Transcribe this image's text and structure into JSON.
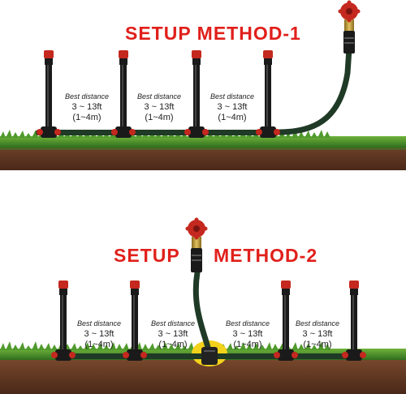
{
  "method1": {
    "title": "SETUP METHOD-1",
    "labels": [
      {
        "line1": "Best distance",
        "line2": "3 ~ 13ft",
        "line3": "(1~4m)"
      },
      {
        "line1": "Best distance",
        "line2": "3 ~ 13ft",
        "line3": "(1~4m)"
      },
      {
        "line1": "Best distance",
        "line2": "3 ~ 13ft",
        "line3": "(1~4m)"
      }
    ]
  },
  "method2": {
    "title_part1": "SETUP",
    "title_part2": "METHOD-2",
    "labels": [
      {
        "line1": "Best distance",
        "line2": "3 ~ 13ft",
        "line3": "(1~4m)"
      },
      {
        "line1": "Best distance",
        "line2": "3 ~ 13ft",
        "line3": "(1~4m)"
      },
      {
        "line1": "Best distance",
        "line2": "3 ~ 13ft",
        "line3": "(1~4m)"
      },
      {
        "line1": "Best distance",
        "line2": "3 ~ 13ft",
        "line3": "(1~4m)"
      }
    ]
  },
  "colors": {
    "title": "#e0201b",
    "hose": "#1f3a26",
    "sprinkler_head": "#c4281e",
    "grass": "#3f8a2a",
    "soil": "#6b3a26",
    "tee_highlight": "#f2d21b"
  }
}
